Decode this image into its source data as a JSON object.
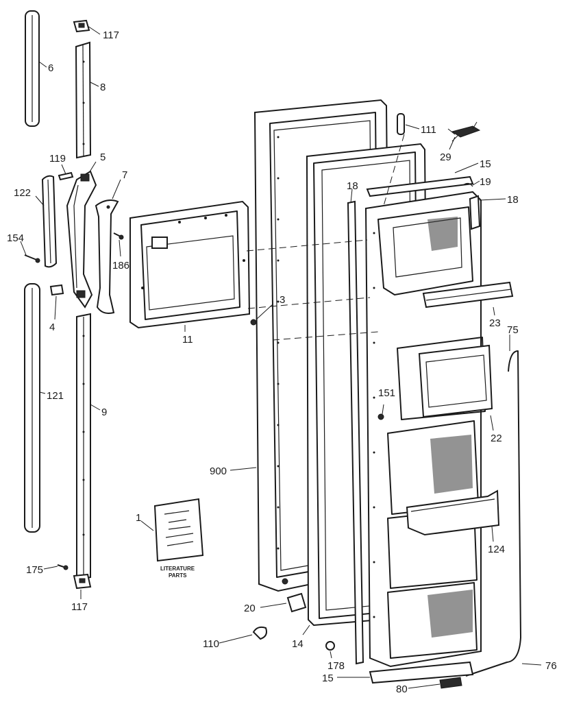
{
  "part_labels": {
    "p117_top": "117",
    "p6": "6",
    "p8": "8",
    "p119": "119",
    "p5": "5",
    "p7": "7",
    "p122": "122",
    "p154": "154",
    "p186": "186",
    "p4": "4",
    "p3": "3",
    "p11": "11",
    "p121": "121",
    "p9": "9",
    "p1": "1",
    "p175": "175",
    "p117_bottom": "117",
    "p900": "900",
    "p20": "20",
    "p110": "110",
    "p14": "14",
    "p178": "178",
    "p15_bottom": "15",
    "p80": "80",
    "p76": "76",
    "p111": "111",
    "p29": "29",
    "p15_top": "15",
    "p19": "19",
    "p18_right": "18",
    "p18_left": "18",
    "p23": "23",
    "p75": "75",
    "p151": "151",
    "p22": "22",
    "p124": "124"
  },
  "literature": {
    "line1": "LITERATURE",
    "line2": "PARTS"
  }
}
